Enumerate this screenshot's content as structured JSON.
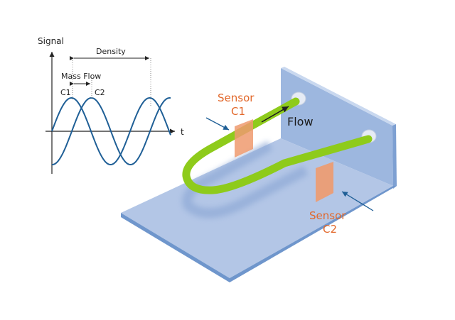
{
  "graph": {
    "y_axis_label": "Signal",
    "x_axis_label": "t",
    "density_label": "Density",
    "mass_flow_label": "Mass Flow",
    "curve1_label": "C1",
    "curve2_label": "C2"
  },
  "device": {
    "sensor1_line1": "Sensor",
    "sensor1_line2": "C1",
    "sensor2_line1": "Sensor",
    "sensor2_line2": "C2",
    "flow_label": "Flow"
  },
  "colors": {
    "curve": "#1f5f96",
    "tube": "#8ecb1b",
    "plate": "#b3c6e6",
    "plate_edge": "#6f96cc",
    "sensor": "#ee9a6e",
    "sensor_text": "#e2682b"
  }
}
